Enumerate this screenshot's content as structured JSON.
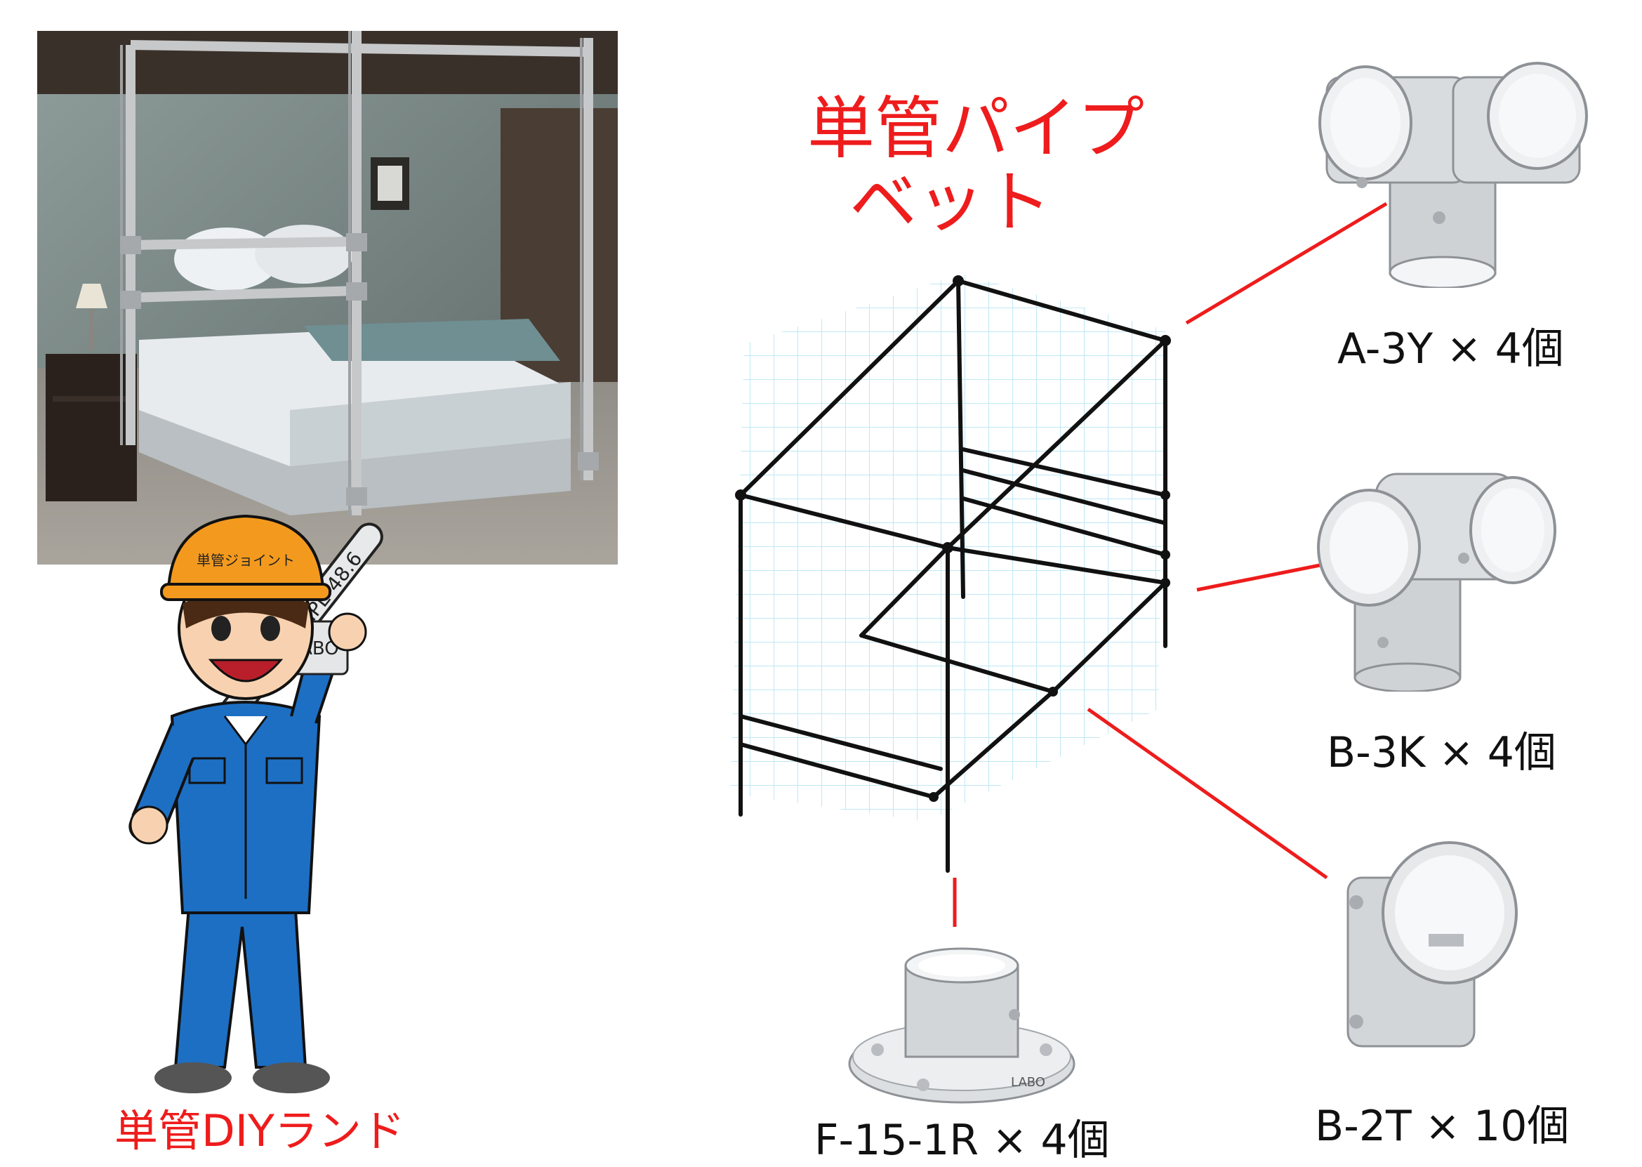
{
  "title": {
    "line1": "単管パイプ",
    "line2": "ベット"
  },
  "brand": {
    "name": "単管DIYランド"
  },
  "mascot": {
    "helmet_text": "単管ジョイント",
    "pipe_text": "PIPE-48.6",
    "cup_text": "LABO"
  },
  "parts": [
    {
      "id": "a3y",
      "label": "A-3Y × 4個"
    },
    {
      "id": "b3k",
      "label": "B-3K × 4個"
    },
    {
      "id": "b2t",
      "label": "B-2T × 10個"
    },
    {
      "id": "f151r",
      "label": "F-15-1R × 4個"
    }
  ],
  "flange_text": "LABO",
  "colors": {
    "accent": "#ee1c1c",
    "grid": "#bfe8f5",
    "fitting": "#d9dcdf",
    "overall": "#1d6fc4",
    "helmet": "#f39a1e"
  }
}
